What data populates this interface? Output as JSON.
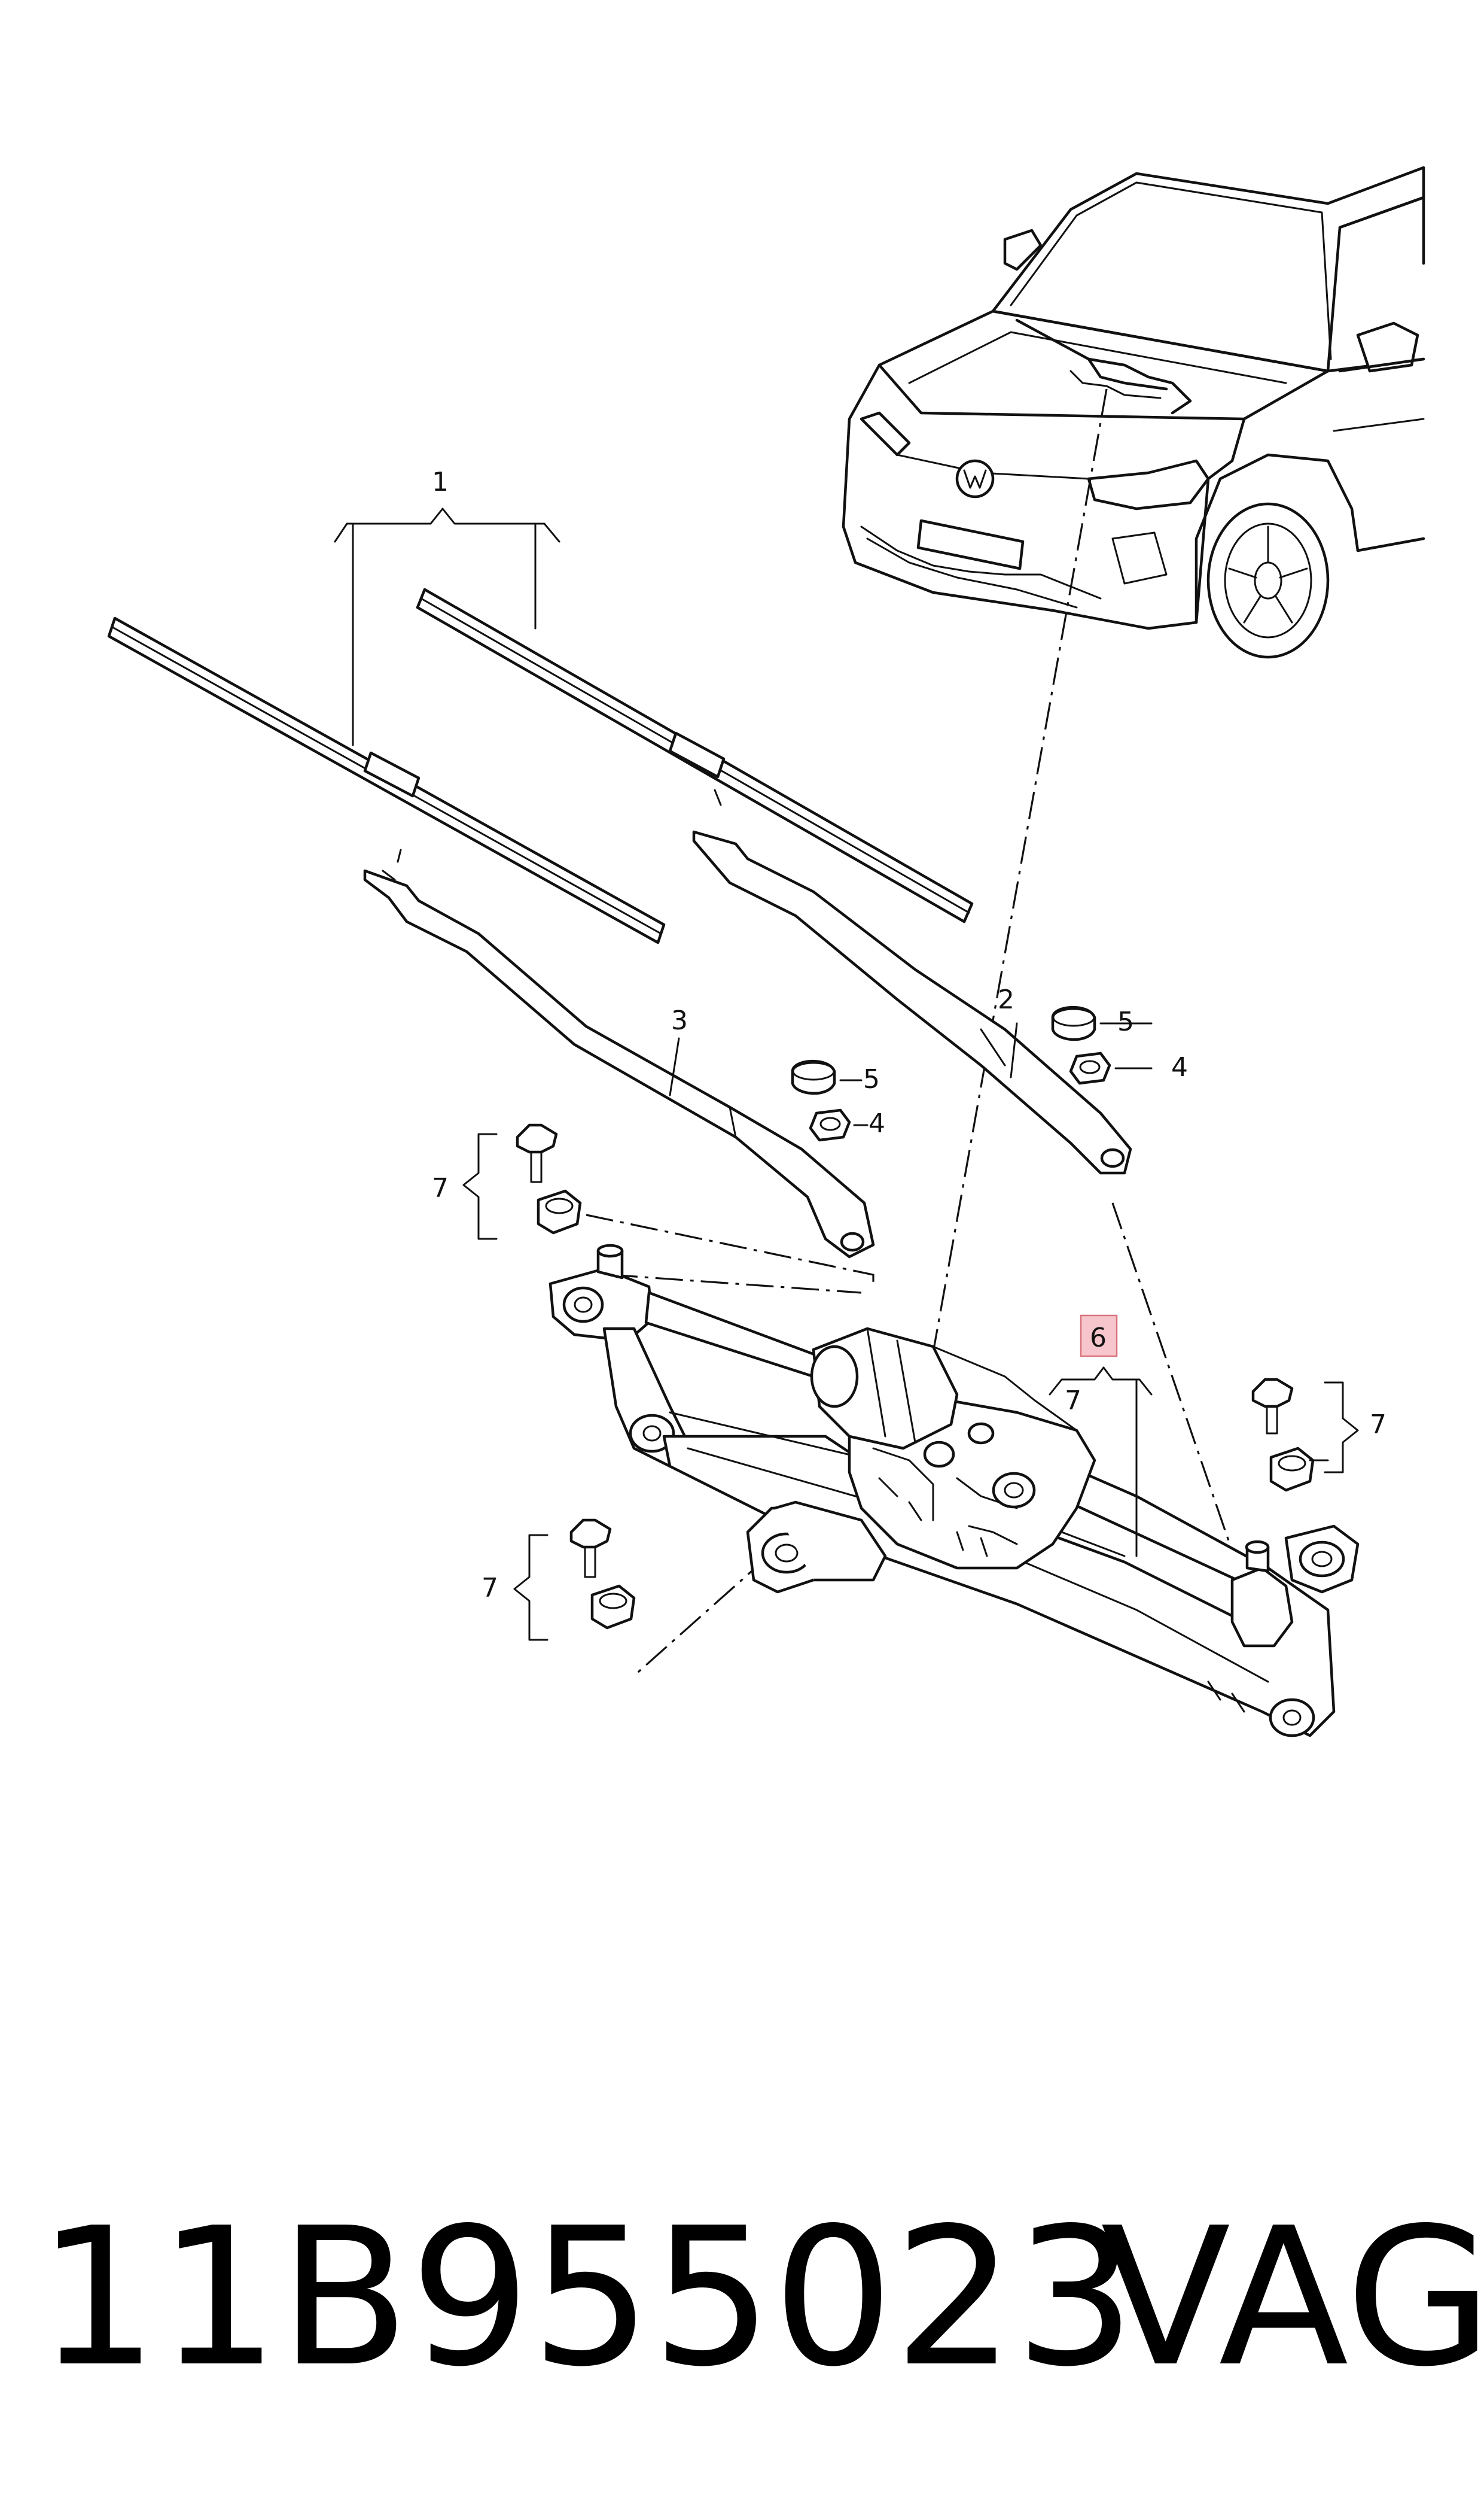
{
  "callouts": {
    "c1": "1",
    "c2": "2",
    "c3": "3",
    "c4a": "4",
    "c4b": "4",
    "c5a": "5",
    "c5b": "5",
    "c6": "6",
    "c7a": "7",
    "c7b": "7",
    "c7c": "7",
    "c7d": "7"
  },
  "footer": {
    "part_number": "11B955023",
    "brand": "VAG"
  },
  "colors": {
    "line": "#111111",
    "highlight_box_fill": "#f7c6cc",
    "highlight_box_stroke": "#d9737f"
  }
}
